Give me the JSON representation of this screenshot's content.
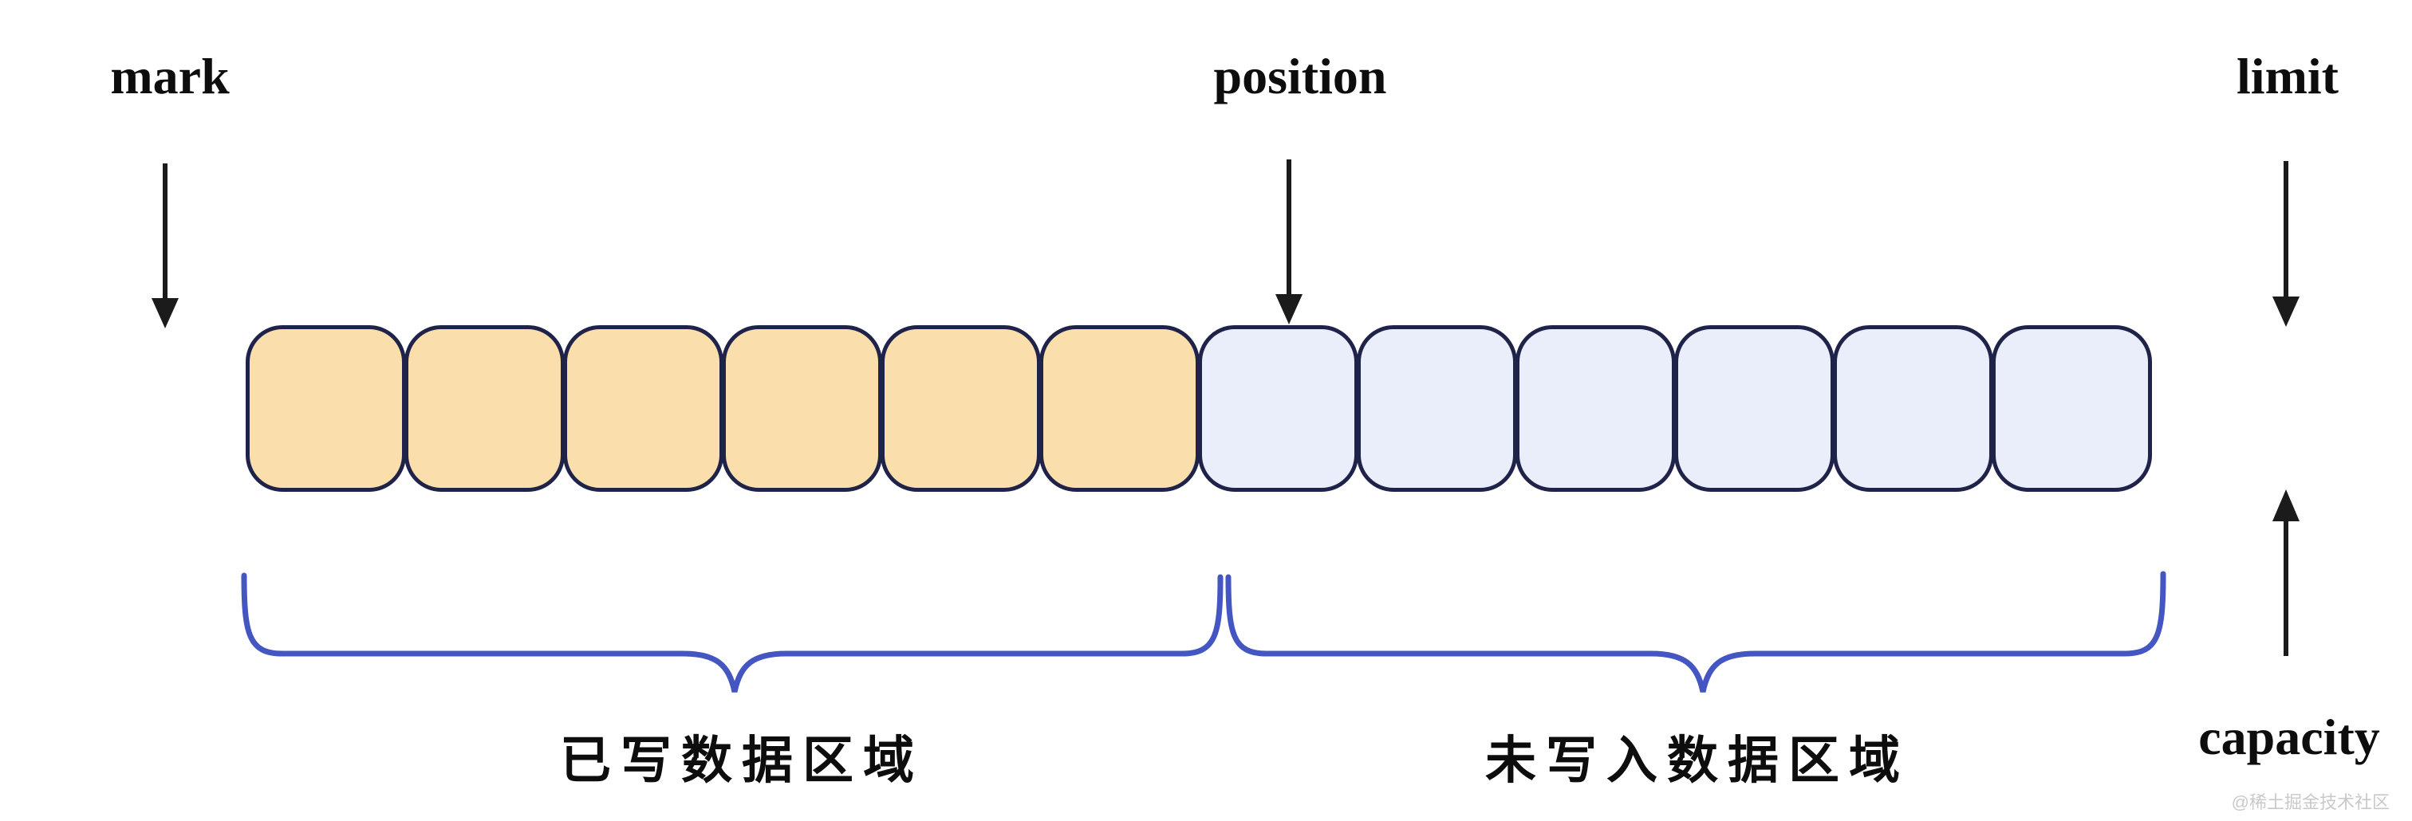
{
  "pointers": {
    "mark": {
      "label": "mark"
    },
    "position": {
      "label": "position"
    },
    "limit": {
      "label": "limit"
    },
    "capacity": {
      "label": "capacity"
    }
  },
  "regions": {
    "written": {
      "label": "已写数据区域"
    },
    "unwritten": {
      "label": "未写入数据区域"
    }
  },
  "buffer": {
    "cell_count": 12,
    "segments": [
      {
        "name": "written",
        "count": 6,
        "fill": "#FADFAD"
      },
      {
        "name": "unwritten",
        "count": 6,
        "fill": "#E9EEFA"
      }
    ],
    "border_color": "#1F2349"
  },
  "colors": {
    "brace": "#4356C1",
    "arrow": "#1B1B1B",
    "text": "#0D0D0D",
    "watermark": "#C9C9C9",
    "background": "#FFFFFF"
  },
  "watermark": {
    "text": "@稀土掘金技术社区"
  }
}
